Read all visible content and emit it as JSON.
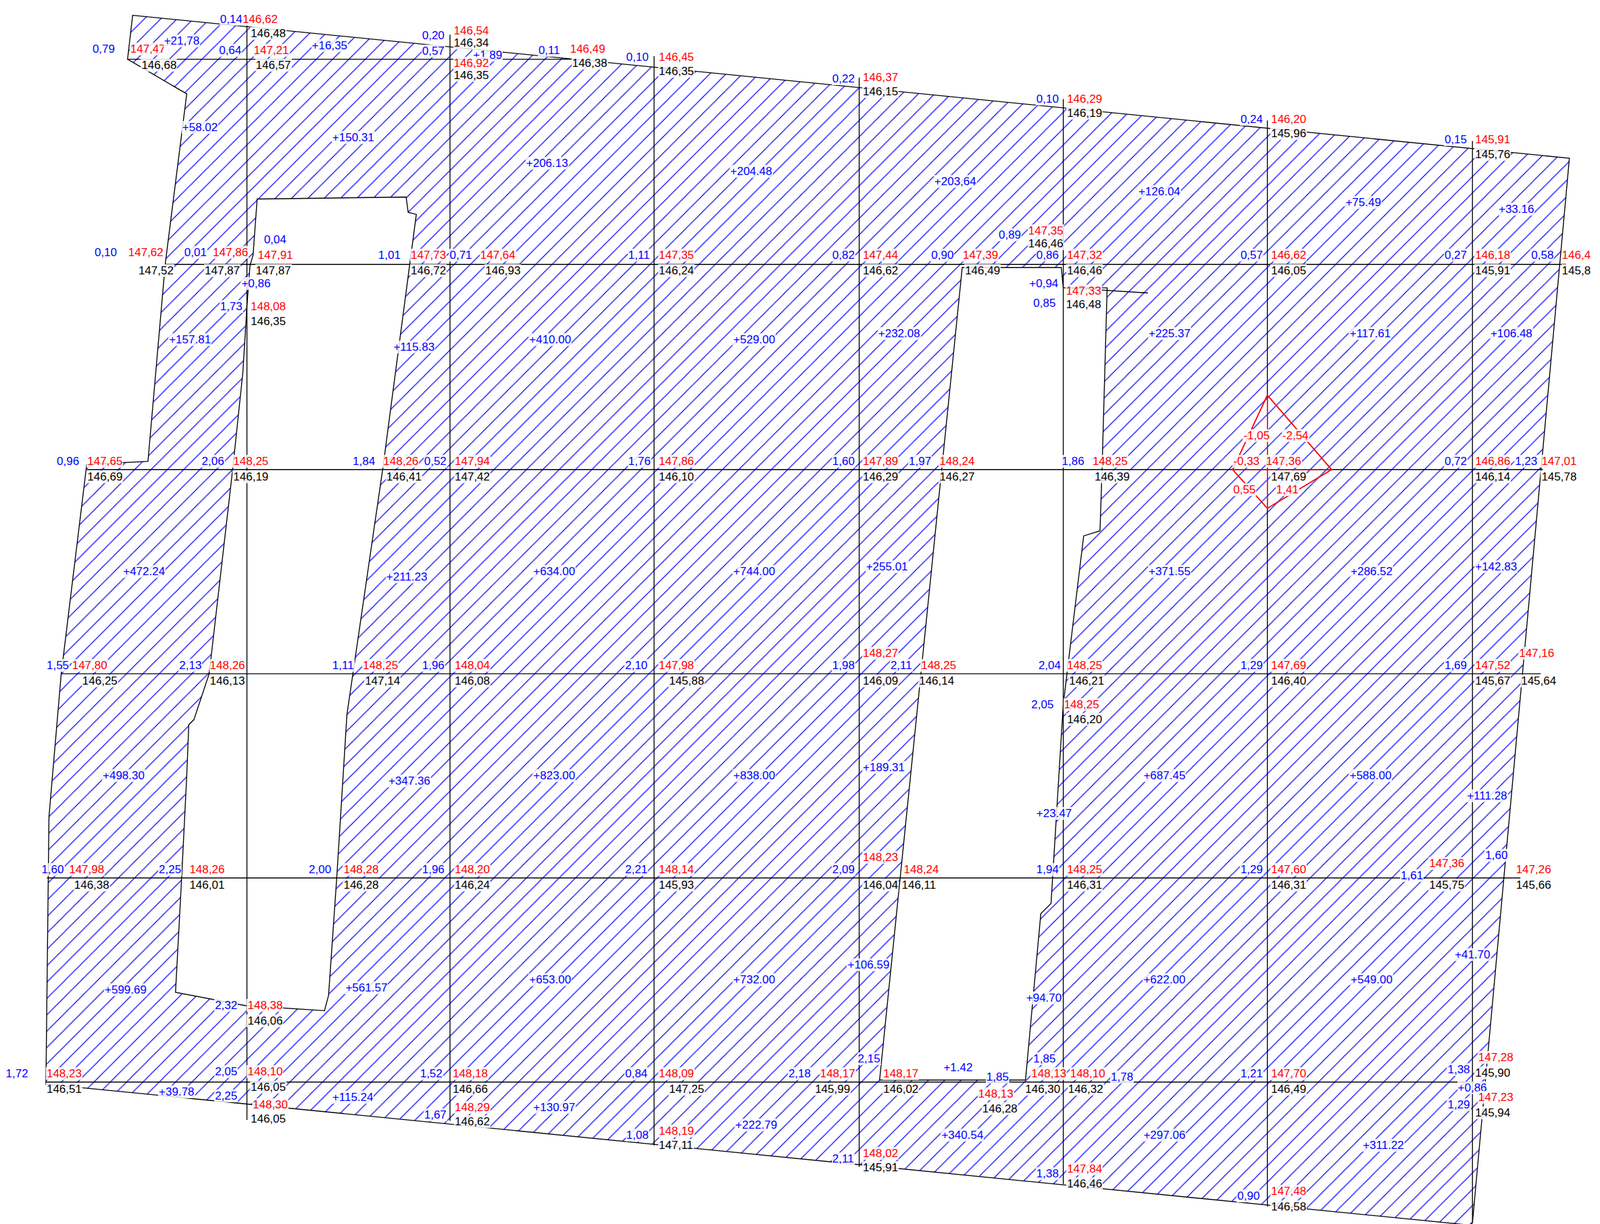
{
  "diagram": {
    "labels": [
      "0,14",
      "146,62",
      "146,48",
      "0,79",
      "147,47",
      "146,68",
      "+21,78",
      "0,64",
      "147,21",
      "146,57",
      "+16,35",
      "0,20",
      "146,54",
      "146,34",
      "0,57",
      "+1,89",
      "146,92",
      "146,35",
      "0,11",
      "146,49",
      "146,38",
      "0,10",
      "146,45",
      "146,35",
      "0,22",
      "146,37",
      "146,15",
      "0,10",
      "146,29",
      "146,19",
      "0,24",
      "146,20",
      "145,96",
      "0,15",
      "145,91",
      "145,76",
      "+58.02",
      "+150.31",
      "+206.13",
      "+204.48",
      "+203,64",
      "+126.04",
      "+75.49",
      "+33.16",
      "0,10",
      "147,62",
      "147,52",
      "0,01",
      "147,86",
      "147,87",
      "0,04",
      "147,91",
      "147,87",
      "+0,86",
      "1,73",
      "148,08",
      "146,35",
      "1,01",
      "147,73",
      "146,72",
      "0,71",
      "147,64",
      "146,93",
      "1,11",
      "147,35",
      "146,24",
      "0,82",
      "147,44",
      "146,62",
      "0,90",
      "147,39",
      "146,49",
      "0,89",
      "147,35",
      "146,46",
      "0,86",
      "147,32",
      "146,46",
      "+0,94",
      "0,85",
      "147,33",
      "146,48",
      "0,57",
      "146,62",
      "146,05",
      "0,27",
      "146,18",
      "145,91",
      "0,58",
      "146,4",
      "145,8",
      "+157.81",
      "+115.83",
      "+410.00",
      "+529.00",
      "+232.08",
      "+225.37",
      "+117.61",
      "+106.48",
      "0,96",
      "147,65",
      "146,69",
      "2,06",
      "148,25",
      "146,19",
      "1,84",
      "148,26",
      "146,41",
      "0,52",
      "147,94",
      "147,42",
      "1,76",
      "147,86",
      "146,10",
      "1,60",
      "147,89",
      "146,29",
      "1,97",
      "148,24",
      "146,27",
      "1,86",
      "148,25",
      "146,39",
      "-1,05",
      "-2,54",
      "-0,33",
      "147,36",
      "147,69",
      "0,55",
      "1,41",
      "0,72",
      "146,86",
      "146,14",
      "1,23",
      "147,01",
      "145,78",
      "+472.24",
      "+211.23",
      "+634.00",
      "+744.00",
      "+255.01",
      "+371.55",
      "+286.52",
      "+142.83",
      "1,55",
      "147,80",
      "146,25",
      "2,13",
      "148,26",
      "146,13",
      "1,11",
      "148,25",
      "147,14",
      "1,96",
      "148,04",
      "146,08",
      "2,10",
      "147,98",
      "145,88",
      "1,98",
      "148,27",
      "2,11",
      "148,25",
      "146,09",
      "146,14",
      "2,04",
      "148,25",
      "146,21",
      "2,05",
      "148,25",
      "146,20",
      "1,29",
      "147,69",
      "146,40",
      "1,69",
      "147,52",
      "145,67",
      "147,16",
      "145,64",
      "+498.30",
      "+347.36",
      "+823.00",
      "+838.00",
      "+189.31",
      "+23.47",
      "+687.45",
      "+588.00",
      "+111.28",
      "1,60",
      "147,98",
      "146,38",
      "2,25",
      "148,26",
      "146,01",
      "2,00",
      "148,28",
      "146,28",
      "1,96",
      "148,20",
      "146,24",
      "2,21",
      "148,14",
      "145,93",
      "2,09",
      "148,23",
      "148,24",
      "146,04",
      "146,11",
      "1,94",
      "148,25",
      "146,31",
      "1,29",
      "147,60",
      "146,31",
      "1,61",
      "147,36",
      "145,75",
      "1,60",
      "147,26",
      "145,66",
      "+599.69",
      "+561.57",
      "+653.00",
      "+732.00",
      "+106.59",
      "+94.70",
      "+622.00",
      "+549.00",
      "+41.70",
      "2,32",
      "148,38",
      "146,06",
      "1,72",
      "148,23",
      "146,51",
      "2,05",
      "148,10",
      "146,05",
      "2,25",
      "148,30",
      "146,05",
      "+39.78",
      "+115.24",
      "1,52",
      "148,18",
      "146,66",
      "1,67",
      "148,29",
      "146,62",
      "+130.97",
      "0,84",
      "148,09",
      "147,25",
      "1,08",
      "148,19",
      "147,11",
      "+222.79",
      "2,18",
      "148,17",
      "145,99",
      "2,15",
      "148,17",
      "146,02",
      "2,11",
      "148,02",
      "145,91",
      "+1.42",
      "1,85",
      "1,85",
      "148,13",
      "148,10",
      "146,30",
      "146,32",
      "148,13",
      "146,28",
      "1,78",
      "+340.54",
      "+297.06",
      "+311.22",
      "1,38",
      "147,84",
      "146,46",
      "1,21",
      "147,70",
      "146,49",
      "0,90",
      "147,48",
      "146,58",
      "1,38",
      "147,28",
      "145,90",
      "+0,86",
      "1,29",
      "147,23",
      "145,94"
    ]
  }
}
